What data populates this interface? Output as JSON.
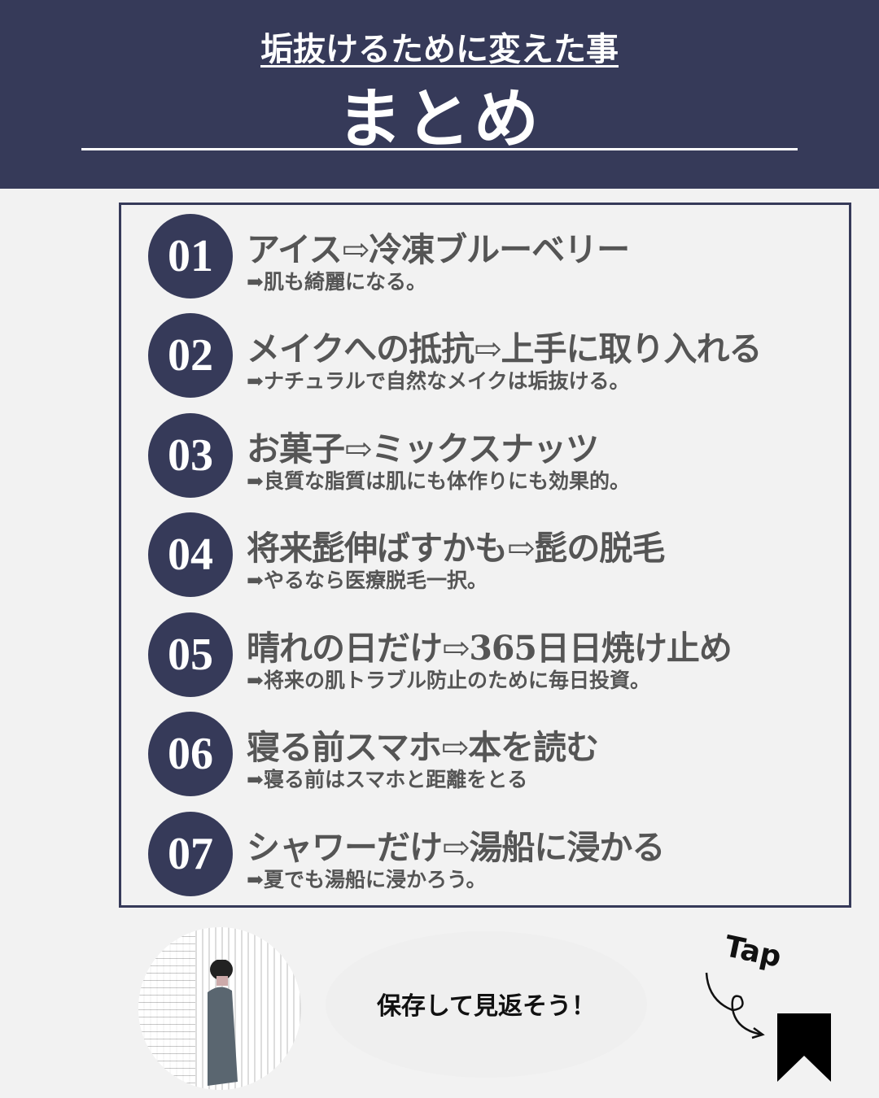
{
  "header": {
    "subtitle": "垢抜けるために変えた事",
    "title": "まとめ"
  },
  "items": [
    {
      "num": "01",
      "title": "アイス⇨冷凍ブルーベリー",
      "sub": "➡肌も綺麗になる。"
    },
    {
      "num": "02",
      "title": "メイクへの抵抗⇨上手に取り入れる",
      "sub": "➡ナチュラルで自然なメイクは垢抜ける。"
    },
    {
      "num": "03",
      "title": "お菓子⇨ミックスナッツ",
      "sub": "➡良質な脂質は肌にも体作りにも効果的。"
    },
    {
      "num": "04",
      "title": "将来髭伸ばすかも⇨髭の脱毛",
      "sub": "➡やるなら医療脱毛一択。"
    },
    {
      "num": "05",
      "title": "晴れの日だけ⇨365日日焼け止め",
      "sub": "➡将来の肌トラブル防止のために毎日投資。"
    },
    {
      "num": "06",
      "title": "寝る前スマホ⇨本を読む",
      "sub": "➡寝る前はスマホと距離をとる"
    },
    {
      "num": "07",
      "title": "シャワーだけ⇨湯船に浸かる",
      "sub": "➡夏でも湯船に浸かろう。"
    }
  ],
  "footer": {
    "save_text": "保存して見返そう！",
    "tap_label": "Tap"
  },
  "colors": {
    "navy": "#363a59",
    "text": "#555555",
    "bg": "#f2f2f2"
  }
}
